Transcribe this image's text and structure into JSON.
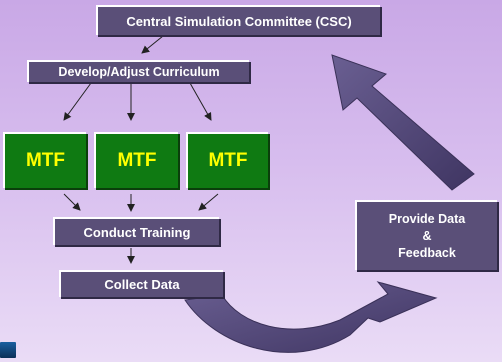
{
  "diagram": {
    "committee_label": "Central Simulation Committee (CSC)",
    "curriculum_label": "Develop/Adjust Curriculum",
    "mtf_labels": [
      "MTF",
      "MTF",
      "MTF"
    ],
    "conduct_label": "Conduct Training",
    "collect_label": "Collect Data",
    "feedback_lines": [
      "Provide Data",
      "&",
      "Feedback"
    ]
  },
  "colors": {
    "box_fill": "#5a4f78",
    "mtf_fill": "#0f7a12",
    "mtf_text": "#ffff00",
    "big_arrow": "#4a4070"
  }
}
